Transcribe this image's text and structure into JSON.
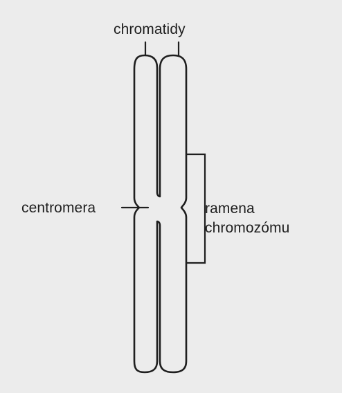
{
  "labels": {
    "chromatidy": "chromatidy",
    "centromera": "centromera",
    "ramena_line1": "ramena",
    "ramena_line2": "chromozómu"
  },
  "colors": {
    "background": "#ececec",
    "ink": "#1f1f1f"
  }
}
